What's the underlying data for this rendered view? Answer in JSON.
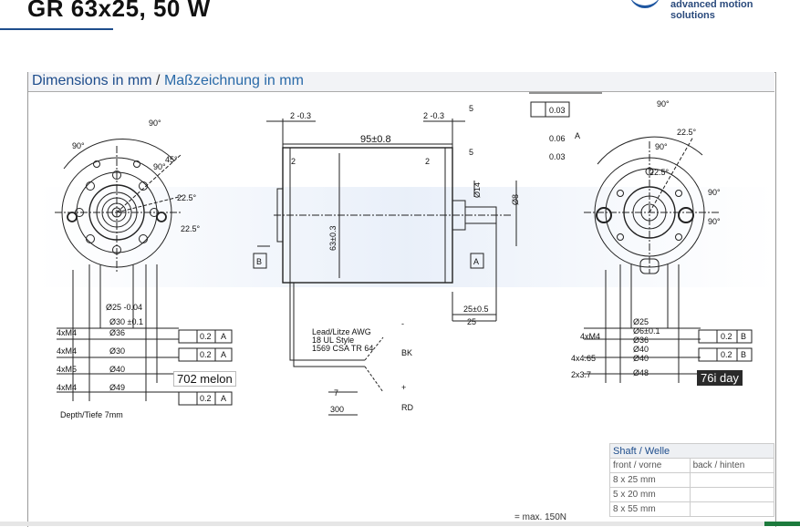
{
  "doc": {
    "title": "GR 63x25, 50 W",
    "brand": "advanced motion solutions",
    "header": {
      "main": "Dimensions in mm",
      "sep": "/",
      "sub": "Maßzeichnung in mm"
    }
  },
  "callouts": {
    "left": "702 melon",
    "right": "76i day"
  },
  "left_view": {
    "angles": [
      "90°",
      "90°",
      "45°",
      "22.5°",
      "22.5°",
      "90°"
    ],
    "dims": [
      "Ø25 -0.04",
      "Ø30 ±0.1",
      "Ø36",
      "Ø30",
      "Ø40",
      "Ø49"
    ],
    "threads": [
      "4xM4",
      "4xM4",
      "4xM5",
      "4xM4"
    ],
    "tolerances": [
      "0.2",
      "A",
      "0.2",
      "A",
      "0.2",
      "A"
    ],
    "depth_note": "Depth/Tiefe 7mm"
  },
  "side_view": {
    "top_dims": [
      "2 -0.3",
      "2 -0.3",
      "5"
    ],
    "length": "95±0.8",
    "inner": [
      "2",
      "2",
      "5"
    ],
    "body_dia": "63±0.3",
    "shaft": [
      "Ø14",
      "Ø8"
    ],
    "datum": [
      "B",
      "A"
    ],
    "bottom_dims": [
      "25±0.5",
      "25"
    ],
    "flatness": [
      "0.06",
      "A",
      "0.03",
      "0.03"
    ],
    "lead": [
      "Lead/Litze AWG",
      "18 UL Style",
      "1569 CSA TR 64"
    ],
    "lead_len": [
      "7",
      "300"
    ],
    "wires": [
      "BK",
      "RD",
      "+",
      "-"
    ]
  },
  "right_view": {
    "angles": [
      "90°",
      "22.5°",
      "90°",
      "22.5°",
      "90°",
      "90°"
    ],
    "dims": [
      "Ø25",
      "Ø6±0.1",
      "Ø36",
      "Ø40",
      "Ø40",
      "Ø48"
    ],
    "threads": [
      "4xM4",
      "4x4.65",
      "2x3.7"
    ],
    "tolerances": [
      "0.2",
      "B",
      "0.2",
      "B"
    ]
  },
  "shaft_table": {
    "header": "Shaft / Welle",
    "col1": "front / vorne",
    "col2": "back / hinten",
    "rows": [
      "8 x 25 mm",
      "5 x 20 mm",
      "8 x 55 mm"
    ]
  },
  "footer": "= max. 150N"
}
